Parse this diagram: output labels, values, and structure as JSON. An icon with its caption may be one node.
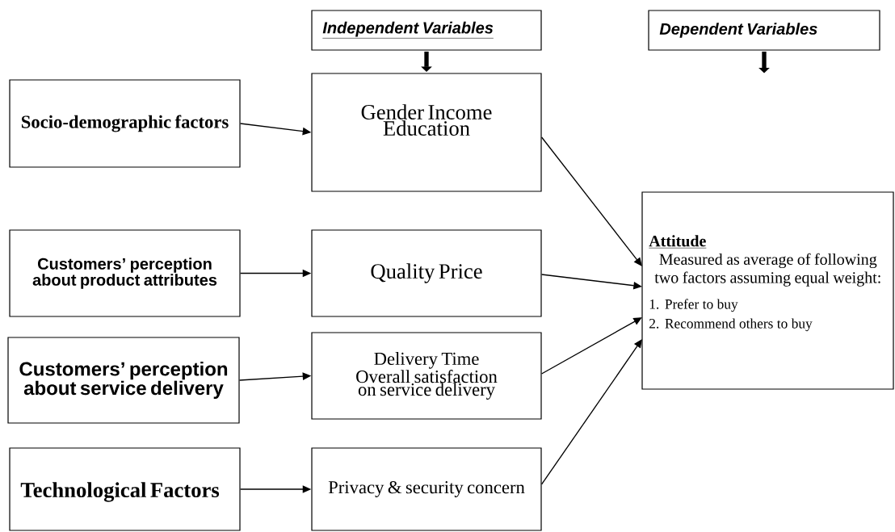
{
  "diagram": {
    "nodes": [
      {
        "text": [
          "Independent Variables"
        ]
      },
      {
        "text": [
          "Dependent Variables"
        ]
      },
      {
        "text": [
          "Socio-demographic factors"
        ]
      },
      {
        "text": [
          "Gender Income Education"
        ]
      },
      {
        "text": [
          "Customers’ perception about product attributes"
        ]
      },
      {
        "text": [
          "Quality Price"
        ]
      },
      {
        "text": [
          "Customers’ perception about service delivery"
        ]
      },
      {
        "text": [
          "Delivery Time Overall satisfaction on service delivery"
        ]
      },
      {
        "text": [
          "Technological Factors"
        ]
      },
      {
        "text": [
          "Privacy & security concern"
        ]
      },
      {
        "text": [
          "Attitude",
          "Measured as average of following two factors assuming equal weight:",
          "1. Prefer to buy",
          "2. Recommend others to buy"
        ]
      }
    ],
    "edges": [
      {
        "from": 0,
        "to": 3,
        "arrow": "to",
        "style": "thick"
      },
      {
        "from": 1,
        "to": null,
        "arrow": "to",
        "style": "thick"
      },
      {
        "from": 2,
        "to": 3,
        "arrow": "to"
      },
      {
        "from": 4,
        "to": 5,
        "arrow": "to"
      },
      {
        "from": 6,
        "to": 7,
        "arrow": "to"
      },
      {
        "from": 8,
        "to": 9,
        "arrow": "to"
      },
      {
        "from": 3,
        "to": 10,
        "arrow": "to"
      },
      {
        "from": 5,
        "to": 10,
        "arrow": "to"
      },
      {
        "from": 7,
        "to": 10,
        "arrow": "to"
      },
      {
        "from": 9,
        "to": 10,
        "arrow": "to"
      }
    ]
  }
}
